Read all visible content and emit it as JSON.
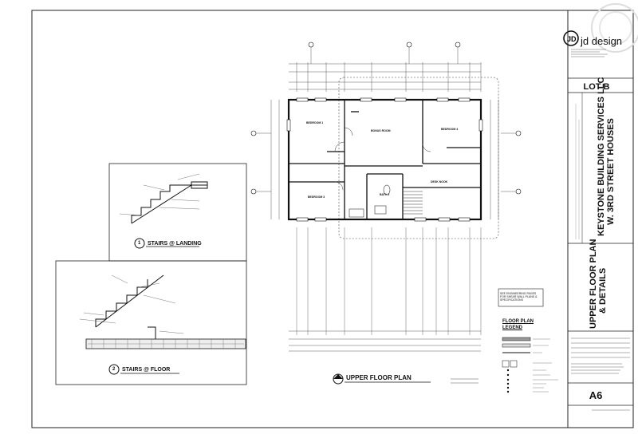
{
  "titleblock": {
    "logo_text": "jd design",
    "lot": "LOT B",
    "company": "KEYSTONE BUILDING SERVICES LLC",
    "project": "W. 3RD STREET HOUSES",
    "sheet_title_1": "UPPER FLOOR PLAN",
    "sheet_title_2": "& DETAILS",
    "sheet_number": "A6"
  },
  "plan": {
    "title": "UPPER FLOOR PLAN",
    "rooms": {
      "bedroom1": "BEDROOM 1",
      "bonus": "BONUS ROOM",
      "bedroom4": "BEDROOM 4",
      "bedroom3": "BEDROOM 3",
      "bath2": "BATH 2",
      "desk": "DESK NOOK"
    },
    "engineering_note": "SEE ENGINEERING PAGES FOR SHEAR WALL PLANS & SPECIFICATIONS"
  },
  "details": {
    "landing": {
      "num": "1",
      "title": "STAIRS @ LANDING"
    },
    "floor": {
      "num": "2",
      "title": "STAIRS @ FLOOR"
    }
  },
  "legend": {
    "title1": "FLOOR PLAN",
    "title2": "LEGEND"
  }
}
